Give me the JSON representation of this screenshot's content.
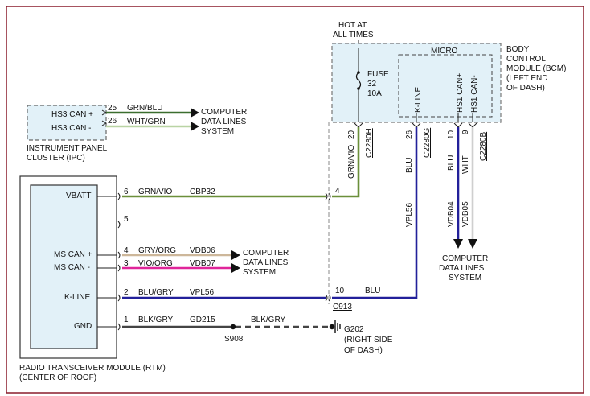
{
  "colors": {
    "frame": "#8a1c2b",
    "module_fill": "#e2f1f8",
    "wire_grn_blu": "#3b6e2f",
    "wire_wht_grn": "#b9d4a4",
    "wire_grn_vio": "#6b8f3a",
    "wire_gry_org": "#cdb79a",
    "wire_vio_org": "#e0259a",
    "wire_blu": "#22209a",
    "wire_blk_gry": "#444444",
    "wire_wht": "#cfcfcf"
  },
  "power": {
    "hot_line1": "HOT AT",
    "hot_line2": "ALL TIMES"
  },
  "bcm": {
    "label_lines": [
      "BODY",
      "CONTROL",
      "MODULE (BCM)",
      "(LEFT END",
      "OF DASH)"
    ],
    "micro": "MICRO",
    "fuse": {
      "label": "FUSE",
      "number": "32",
      "rating": "10A"
    },
    "pins": [
      {
        "name": "",
        "pin": "20",
        "connector": "C2280H"
      },
      {
        "name": "K-LINE",
        "pin": "26",
        "connector": "C2280G"
      },
      {
        "name": "HS1 CAN+",
        "pin": "10",
        "connector": ""
      },
      {
        "name": "HS1 CAN-",
        "pin": "9",
        "connector": "C2280B"
      }
    ]
  },
  "ipc": {
    "label_line1": "INSTRUMENT PANEL",
    "label_line2": "CLUSTER (IPC)",
    "pins": [
      {
        "name": "HS3 CAN +",
        "pin": "25",
        "color": "GRN/BLU"
      },
      {
        "name": "HS3 CAN -",
        "pin": "26",
        "color": "WHT/GRN"
      }
    ]
  },
  "rtm": {
    "label_line1": "RADIO TRANSCEIVER MODULE (RTM)",
    "label_line2": "(CENTER OF ROOF)",
    "pins": [
      {
        "name": "VBATT",
        "pin": "6",
        "color": "GRN/VIO",
        "circuit": "CBP32"
      },
      {
        "name": "",
        "pin": "5",
        "color": "",
        "circuit": ""
      },
      {
        "name": "MS CAN +",
        "pin": "4",
        "color": "GRY/ORG",
        "circuit": "VDB06"
      },
      {
        "name": "MS CAN -",
        "pin": "3",
        "color": "VIO/ORG",
        "circuit": "VDB07"
      },
      {
        "name": "K-LINE",
        "pin": "2",
        "color": "BLU/GRY",
        "circuit": "VPL56"
      },
      {
        "name": "GND",
        "pin": "1",
        "color": "BLK/GRY",
        "circuit": "GD215"
      }
    ]
  },
  "cdl": {
    "line1": "COMPUTER",
    "line2": "DATA LINES",
    "line3": "SYSTEM"
  },
  "vertical_labels": {
    "grn_vio": "GRN/VIO",
    "blu_k": "BLU",
    "vpl56": "VPL56",
    "blu_hs": "BLU",
    "wht": "WHT",
    "vdb04": "VDB04",
    "vdb05": "VDB05"
  },
  "inline": {
    "c913": "C913",
    "pin4": "4",
    "pin10": "10",
    "blu": "BLU",
    "s908": "S908",
    "blk_gry": "BLK/GRY",
    "g202": "G202",
    "g202_loc1": "(RIGHT SIDE",
    "g202_loc2": "OF DASH)"
  }
}
